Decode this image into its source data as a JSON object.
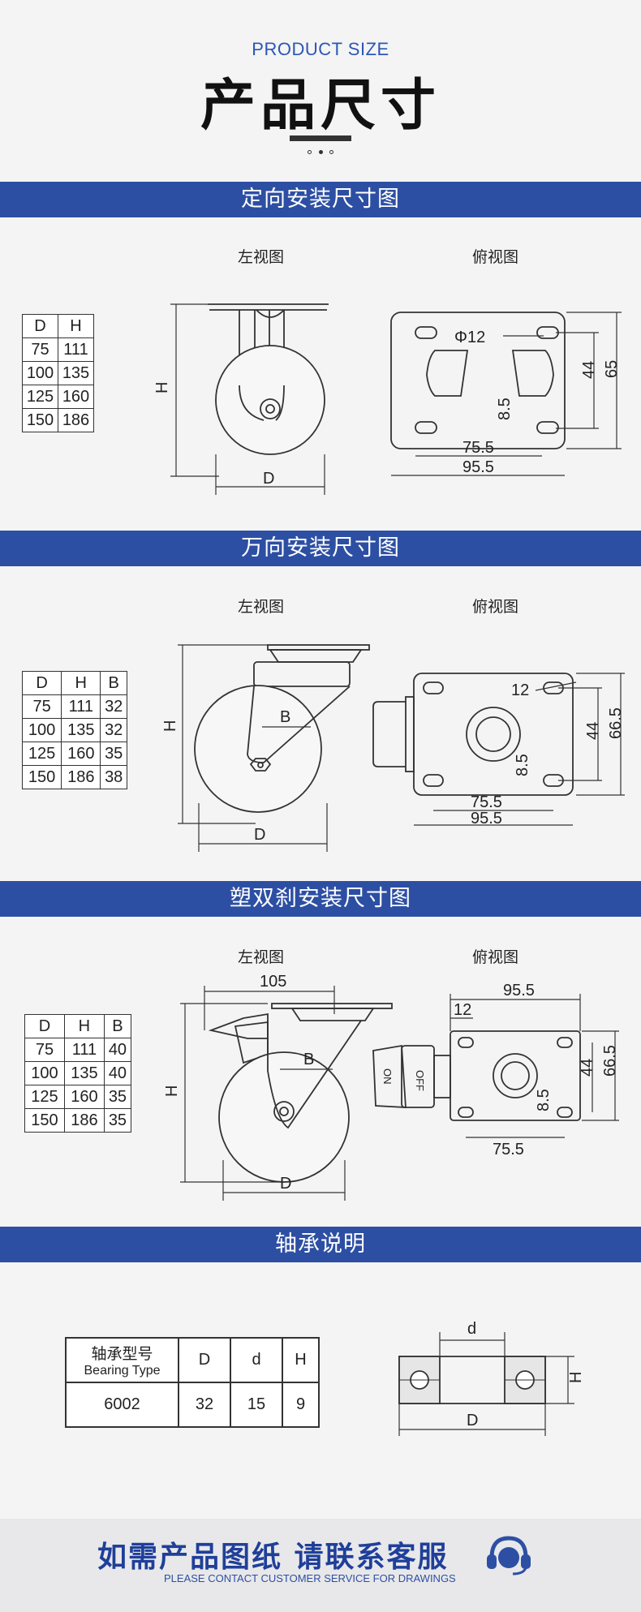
{
  "header": {
    "en": "PRODUCT SIZE",
    "cn": "产品尺寸"
  },
  "sections": [
    {
      "title": "定向安装尺寸图",
      "left_view": "左视图",
      "top_view": "俯视图"
    },
    {
      "title": "万向安装尺寸图",
      "left_view": "左视图",
      "top_view": "俯视图"
    },
    {
      "title": "塑双刹安装尺寸图",
      "left_view": "左视图",
      "top_view": "俯视图"
    },
    {
      "title": "轴承说明"
    }
  ],
  "fixed_table": {
    "headers": [
      "D",
      "H"
    ],
    "rows": [
      [
        "75",
        "111"
      ],
      [
        "100",
        "135"
      ],
      [
        "125",
        "160"
      ],
      [
        "150",
        "186"
      ]
    ]
  },
  "swivel_table": {
    "headers": [
      "D",
      "H",
      "B"
    ],
    "rows": [
      [
        "75",
        "111",
        "32"
      ],
      [
        "100",
        "135",
        "32"
      ],
      [
        "125",
        "160",
        "35"
      ],
      [
        "150",
        "186",
        "38"
      ]
    ]
  },
  "brake_table": {
    "headers": [
      "D",
      "H",
      "B"
    ],
    "rows": [
      [
        "75",
        "111",
        "40"
      ],
      [
        "100",
        "135",
        "40"
      ],
      [
        "125",
        "160",
        "35"
      ],
      [
        "150",
        "186",
        "35"
      ]
    ]
  },
  "fixed_dims": {
    "h": "H",
    "d": "D",
    "hole": "Φ12",
    "inner_h": "44",
    "outer_h": "65",
    "edge": "8.5",
    "inner_w": "75.5",
    "outer_w": "95.5"
  },
  "swivel_dims": {
    "h": "H",
    "d": "D",
    "b": "B",
    "hole": "12",
    "inner_h": "44",
    "outer_h": "66.5",
    "edge": "8.5",
    "inner_w": "75.5",
    "outer_w": "95.5"
  },
  "brake_dims": {
    "h": "H",
    "d": "D",
    "b": "B",
    "w105": "105",
    "top_w": "95.5",
    "hole": "12",
    "inner_h": "44",
    "outer_h": "66.5",
    "edge": "8.5",
    "inner_w": "75.5",
    "on": "ON",
    "off": "OFF"
  },
  "bearing": {
    "type_cn": "轴承型号",
    "type_en": "Bearing Type",
    "headers": [
      "D",
      "d",
      "H"
    ],
    "row": {
      "type": "6002",
      "D": "32",
      "d": "15",
      "H": "9"
    },
    "dims": {
      "d_small": "d",
      "d_big": "D",
      "h": "H"
    }
  },
  "footer": {
    "cn": "如需产品图纸 请联系客服",
    "en": "PLEASE CONTACT CUSTOMER SERVICE FOR DRAWINGS",
    "icon": "headset-icon",
    "icon_color": "#2d4fa3"
  },
  "colors": {
    "band": "#2d4fa3",
    "accent": "#2d56b3"
  }
}
